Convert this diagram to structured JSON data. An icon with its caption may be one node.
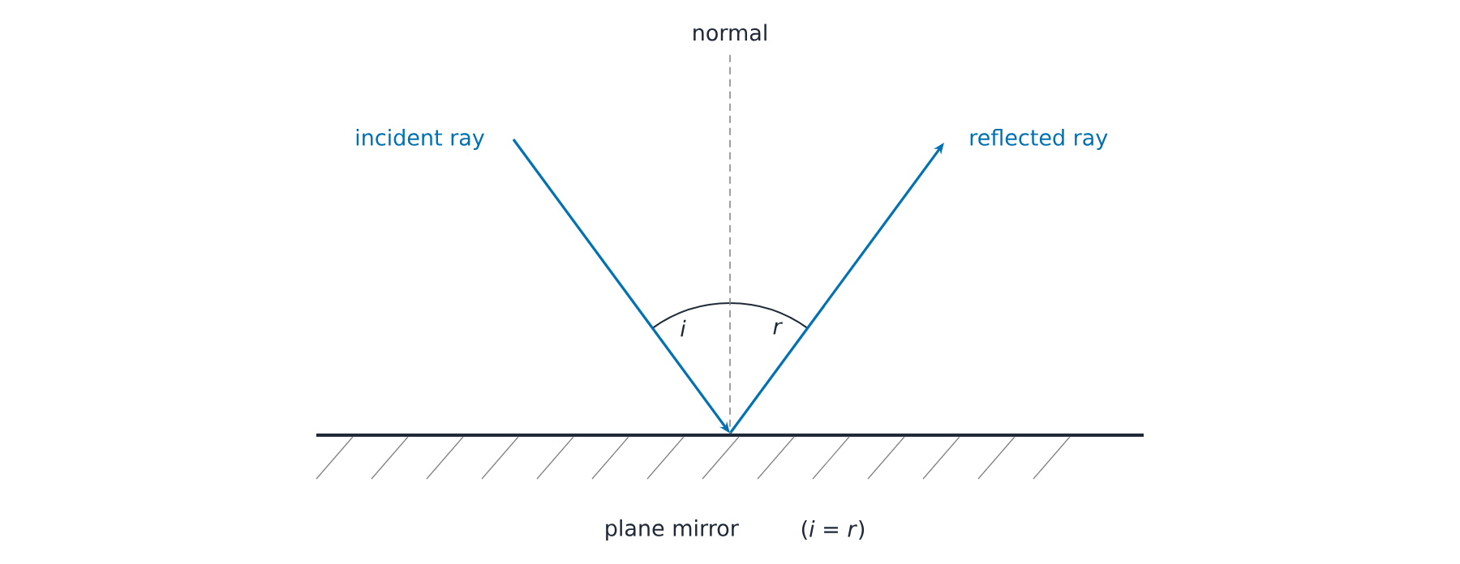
{
  "diagram": {
    "nodes": [
      {
        "text": [
          "incident ray"
        ]
      },
      {
        "text": [],
        "shape": "bar",
        "beside": [
          "plane mirror"
        ]
      },
      {
        "text": [
          "reflected ray"
        ]
      },
      {
        "text": [
          "normal"
        ]
      }
    ],
    "edges": [
      {
        "from": 0,
        "to": 1,
        "arrow": "to",
        "color": "#0072b2"
      },
      {
        "from": 1,
        "to": 2,
        "arrow": "to",
        "color": "#0072b2"
      },
      {
        "from": 3,
        "to": 1,
        "arrow": "none",
        "style": "dashed",
        "color": "#888888"
      }
    ],
    "labels": [
      "i",
      "r",
      "(*i* = *r*)"
    ]
  }
}
